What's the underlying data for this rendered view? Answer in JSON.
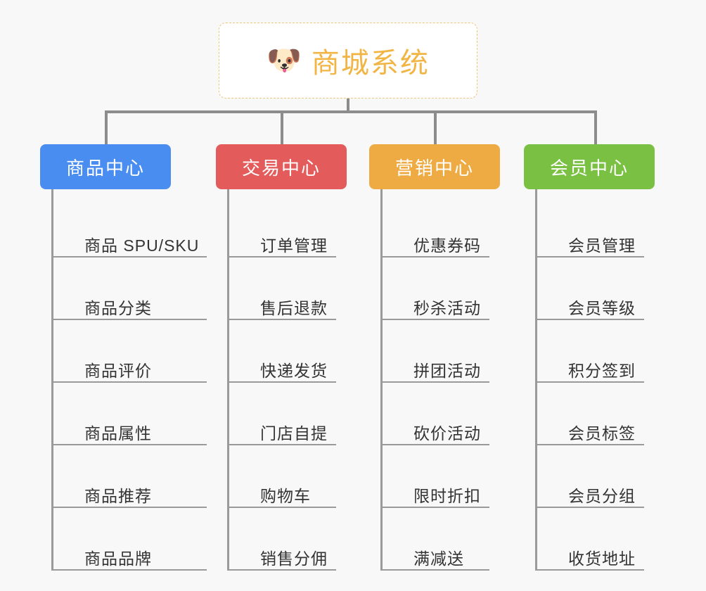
{
  "page": {
    "background_color": "#f8f8f8",
    "connector_color": "#9a9a9a"
  },
  "root": {
    "icon": "dog-face-icon",
    "icon_glyph": "🐶",
    "title": "商城系统",
    "text_color": "#f2b544",
    "border_color": "#eec67a",
    "background_color": "#ffffff"
  },
  "categories": [
    {
      "label": "商品中心",
      "color": "#4a8df0",
      "items": [
        {
          "label": "商品 SPU/SKU"
        },
        {
          "label": "商品分类"
        },
        {
          "label": "商品评价"
        },
        {
          "label": "商品属性"
        },
        {
          "label": "商品推荐"
        },
        {
          "label": "商品品牌"
        }
      ]
    },
    {
      "label": "交易中心",
      "color": "#e35b5b",
      "items": [
        {
          "label": "订单管理"
        },
        {
          "label": "售后退款"
        },
        {
          "label": "快递发货"
        },
        {
          "label": "门店自提"
        },
        {
          "label": "购物车"
        },
        {
          "label": "销售分佣"
        }
      ]
    },
    {
      "label": "营销中心",
      "color": "#eeab43",
      "items": [
        {
          "label": "优惠券码"
        },
        {
          "label": "秒杀活动"
        },
        {
          "label": "拼团活动"
        },
        {
          "label": "砍价活动"
        },
        {
          "label": "限时折扣"
        },
        {
          "label": "满减送"
        }
      ]
    },
    {
      "label": "会员中心",
      "color": "#7ac143",
      "items": [
        {
          "label": "会员管理"
        },
        {
          "label": "会员等级"
        },
        {
          "label": "积分签到"
        },
        {
          "label": "会员标签"
        },
        {
          "label": "会员分组"
        },
        {
          "label": "收货地址"
        }
      ]
    }
  ]
}
